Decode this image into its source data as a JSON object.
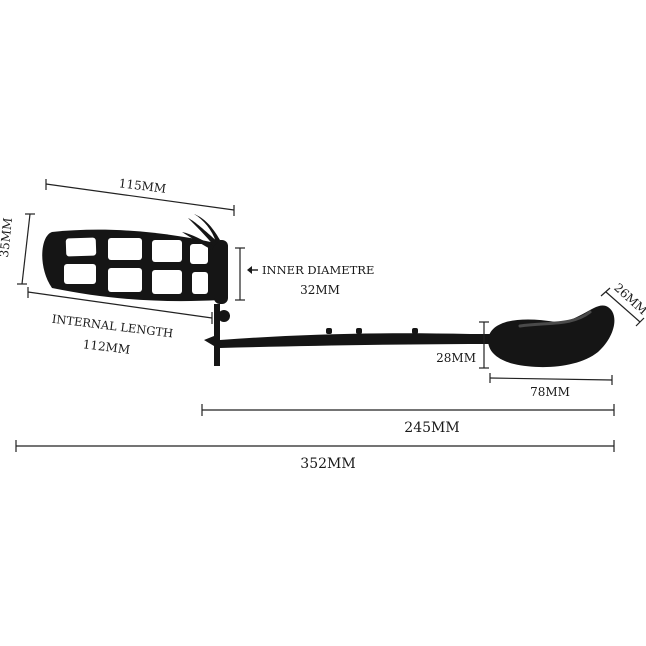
{
  "colors": {
    "background": "#ffffff",
    "product": "#151515",
    "product_highlight": "#4a4a4a",
    "dimension_line": "#222222",
    "label_text": "#1a1a1a"
  },
  "dimensions": {
    "sleeve_length": "115MM",
    "sleeve_height": "35MM",
    "inner_diameter_title": "INNER DIAMETRE",
    "inner_diameter_value": "32MM",
    "internal_length_title": "INTERNAL LENGTH",
    "internal_length_value": "112MM",
    "egg_thickness": "28MM",
    "egg_length": "78MM",
    "tip_width": "26MM",
    "tail_length": "245MM",
    "total_length": "352MM"
  },
  "icons": {
    "inner_diameter_pointer": "arrow-left-icon"
  }
}
